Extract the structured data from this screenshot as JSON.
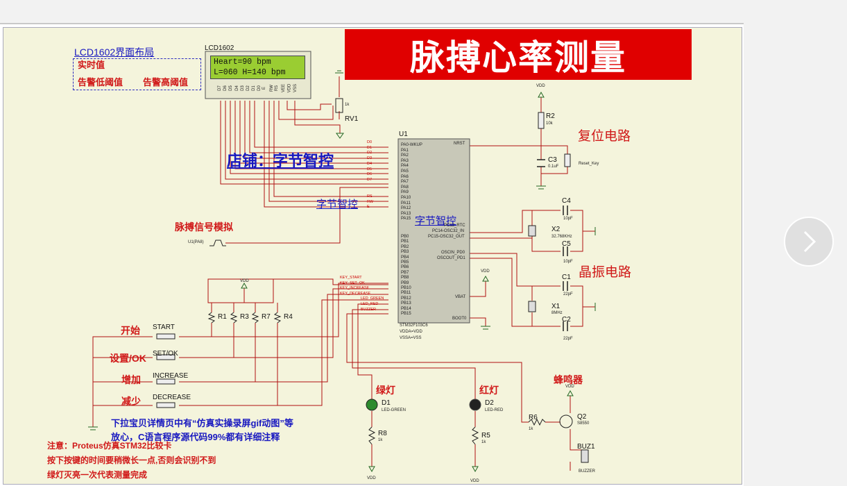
{
  "banner": {
    "title": "脉搏心率测量"
  },
  "lcd": {
    "ref": "LCD1602",
    "line1": "Heart=90  bpm",
    "line2": "L=060 H=140  bpm",
    "pins": [
      "D7",
      "D6",
      "D5",
      "D4",
      "D3",
      "D2",
      "D1",
      "D0",
      "E",
      "RW",
      "RS",
      "VEE",
      "VDD",
      "VSS"
    ]
  },
  "layout_note": {
    "heading": "LCD1602界面布局",
    "realtime": "实时值",
    "low": "告警低阈值",
    "high": "告警高阈值"
  },
  "shop": {
    "main": "店铺：字节智控",
    "tag1": "字节智控",
    "tag2": "字节智控"
  },
  "mcu": {
    "ref": "U1",
    "part": "STM32F103C6",
    "power1": "VDDA=VDD",
    "power2": "VSSA=VSS",
    "left_pins_a": [
      "PA0-WKUP",
      "PA1",
      "PA2",
      "PA3",
      "PA4",
      "PA5",
      "PA6",
      "PA7",
      "PA8",
      "PA9",
      "PA10",
      "PA11",
      "PA12",
      "PA13",
      "PA15"
    ],
    "left_pins_b": [
      "PB0",
      "PB1",
      "PB2",
      "PB3",
      "PB4",
      "PB5",
      "PB6",
      "PB7",
      "PB8",
      "PB9",
      "PB10",
      "PB11",
      "PB12",
      "PB13",
      "PB14",
      "PB15"
    ],
    "right_pins": [
      "NRST",
      "PC13_RTC",
      "PC14-OSC32_IN",
      "PC15-OSC32_OUT",
      "OSCIN_PD0",
      "OSCOUT_PD1",
      "VBAT",
      "BOOT0"
    ],
    "port_labels": [
      "D0",
      "D1",
      "D2",
      "D3",
      "D4",
      "D5",
      "D6",
      "D7"
    ],
    "ctrl_labels": [
      "RS",
      "RW",
      "E"
    ],
    "net_labels": [
      "KEY_START",
      "KEY_SET_OK",
      "KEY_INCREASE",
      "KEY_DECREASE",
      "LED_GREEN",
      "LED_RED",
      "BUZZER"
    ]
  },
  "rv1": {
    "ref": "RV1",
    "value": "1k"
  },
  "reset": {
    "title": "复位电路",
    "r_ref": "R2",
    "r_val": "10k",
    "c_ref": "C3",
    "c_val": "0.1uF",
    "key": "Reset_Key",
    "vdd": "VDD"
  },
  "crystal": {
    "title": "晶振电路",
    "x2": "X2",
    "x2_val": "32.768KHz",
    "c4": "C4",
    "c4_val": "10pF",
    "c5": "C5",
    "c5_val": "10pF",
    "x1": "X1",
    "x1_val": "8MHz",
    "c1": "C1",
    "c1_val": "22pF",
    "c2": "C2",
    "c2_val": "22pF"
  },
  "pulse": {
    "label": "脉搏信号模拟",
    "source": "U1(PA8)"
  },
  "keys": [
    {
      "cn": "开始",
      "name": "START"
    },
    {
      "cn": "设置/OK",
      "name": "SET/OK"
    },
    {
      "cn": "增加",
      "name": "INCREASE"
    },
    {
      "cn": "减少",
      "name": "DECREASE"
    }
  ],
  "resistors": [
    "R1",
    "R3",
    "R7",
    "R4"
  ],
  "vdd": "VDD",
  "leds": {
    "green": {
      "cn": "绿灯",
      "ref": "D1",
      "part": "LED-GREEN",
      "r": "R8",
      "r_val": "1k"
    },
    "red": {
      "cn": "红灯",
      "ref": "D2",
      "part": "LED-RED",
      "r": "R5",
      "r_val": "1k"
    }
  },
  "buzzer": {
    "cn": "蜂鸣器",
    "r": "R6",
    "r_val": "1k",
    "q": "Q2",
    "q_part": "S8550",
    "buz": "BUZ1",
    "buz_part": "BUZZER"
  },
  "notes": {
    "blue1": "下拉宝贝详情页中有“仿真实操录屏gif动图”等",
    "blue2": "放心，C语言程序源代码99%都有详细注释",
    "red1": "注意：Proteus仿真STM32比较卡",
    "red2": "按下按键的时间要稍微长一点,否则会识别不到",
    "red3": "绿灯灭亮一次代表测量完成"
  },
  "colors": {
    "wire": "#b01010",
    "banner": "#e00000",
    "lcd": "#9acd32",
    "canvas": "#f4f4dc"
  }
}
